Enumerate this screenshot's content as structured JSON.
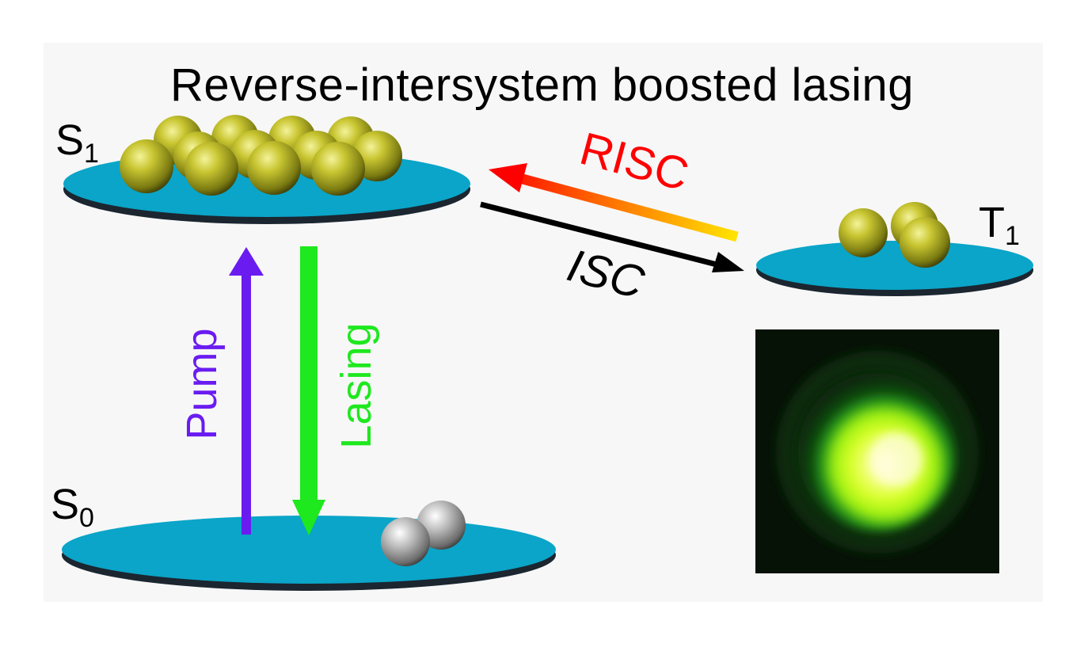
{
  "title": "Reverse-intersystem boosted lasing",
  "levels": {
    "s1": {
      "letter": "S",
      "sub": "1"
    },
    "s0": {
      "letter": "S",
      "sub": "0"
    },
    "t1": {
      "letter": "T",
      "sub": "1"
    }
  },
  "transitions": {
    "pump": "Pump",
    "lasing": "Lasing",
    "risc": "RISC",
    "isc": "ISC"
  },
  "colors": {
    "background": "#f7f7f7",
    "disk": "#0aa5c8",
    "disk_shadow": "#1b2630",
    "molecule_excited": "#b9b51c",
    "molecule_ground": "#9a9a9a",
    "pump": "#6a1cf0",
    "lasing": "#1ee81e",
    "risc_start": "#ff0000",
    "risc_end": "#ffe400",
    "isc": "#000000"
  },
  "icons": {
    "excited_molecule": "yellow-green sphere",
    "ground_molecule": "grey sphere",
    "laser_spot": "green laser spot photo"
  }
}
